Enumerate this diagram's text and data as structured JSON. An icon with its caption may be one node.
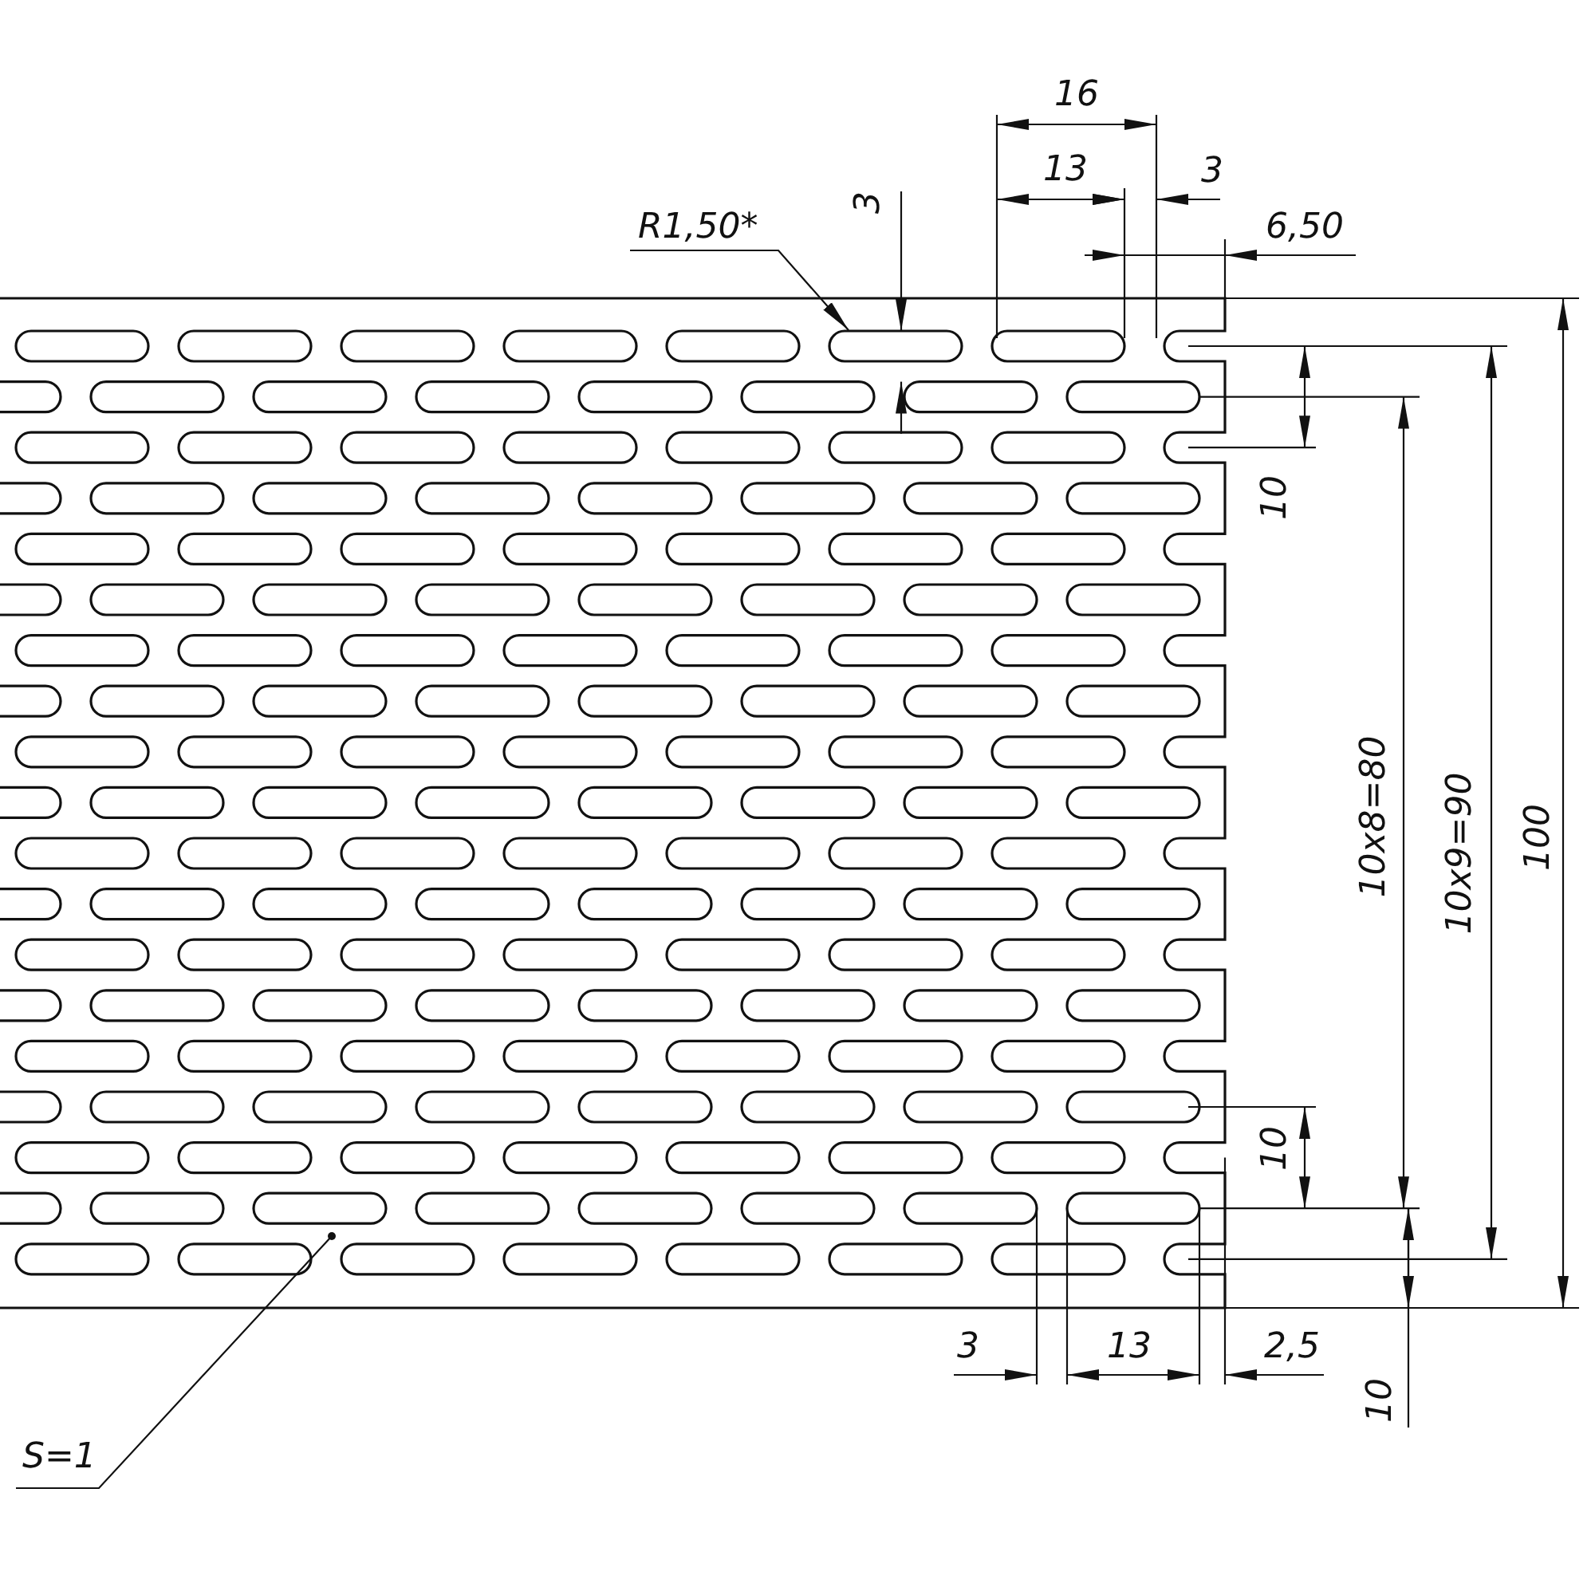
{
  "diagram": {
    "nodes": [
      {
        "text": [
          "R1,50*"
        ]
      },
      {
        "text": [
          "S=1"
        ]
      }
    ],
    "edges": [
      {
        "from": 0,
        "to": null,
        "arrow": "to"
      },
      {
        "from": 1,
        "to": null,
        "arrow": "other"
      }
    ],
    "labels": [
      "16",
      "13",
      "3",
      "6,50",
      "3",
      "10",
      "10x8=80",
      "10x9=90",
      "100",
      "10",
      "3",
      "13",
      "2,5",
      "10"
    ]
  }
}
